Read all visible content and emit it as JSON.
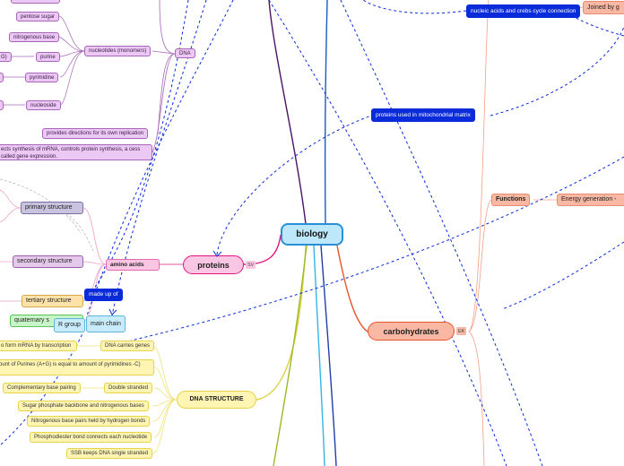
{
  "central": "biology",
  "branches": {
    "proteins": {
      "label": "proteins",
      "tag": "SV"
    },
    "carbohydrates": {
      "label": "carbohydrates",
      "tag": "EK"
    },
    "dna_structure": {
      "label": "DNA STRUCTURE"
    }
  },
  "dna_branch": {
    "dna": "DNA",
    "nucleotides": "nucleotides (monomers)",
    "pentose_sugar": "pentose sugar",
    "nitrogenous_base": "nitrogenous base",
    "purine": "purine",
    "pyrimidine": "pyrimidine",
    "nucleoside": "nucleoside",
    "purine_left": "G)",
    "replication": "provides directions for its own replication",
    "expression": "ects synthesis of mRNA, controls protein synthesis, a cess called gene expression."
  },
  "protein_branch": {
    "amino_acids": "amino acids",
    "primary": "primary structure",
    "secondary": "secondary structure",
    "tertiary": "tertiary structure",
    "quaternary": "quaternary s",
    "made_up_of": "made up of",
    "r_group": "R group",
    "main_chain": "main chain"
  },
  "dna_structure_items": {
    "carries_genes": "DNA carries genes",
    "mrna": "o form mRNA by transcription",
    "double_stranded": "Double stranded",
    "chargaff": "ount of Purines (A+G) is equal to amount of pyrimidines -C)",
    "complementary": "Complementary base pairing",
    "backbone": "Sugar phosphate backbone and nitrogenous bases",
    "hydrogen": "Nitrogenous base pairs held by hydrogen bonds",
    "phosphodiester": "Phosphodiester bond connects each nucleotide",
    "ssb": "SSB keeps DNA single stranded"
  },
  "carb_branch": {
    "functions": "Functions",
    "energy": "Energy generation -",
    "joined_by": "Joined by g"
  },
  "relations": {
    "nucleic_acids": "nucleic acids and crebs cycle connection",
    "mito_matrix": "proteins used in mitochondrial matrix"
  },
  "colors": {
    "dna": "#a866b8",
    "proteins": "#e3167f",
    "carbohydrates": "#e8542a",
    "dna_structure": "#e7d44a",
    "relation": "#0a2bd9",
    "center": "#2a8fd4"
  }
}
